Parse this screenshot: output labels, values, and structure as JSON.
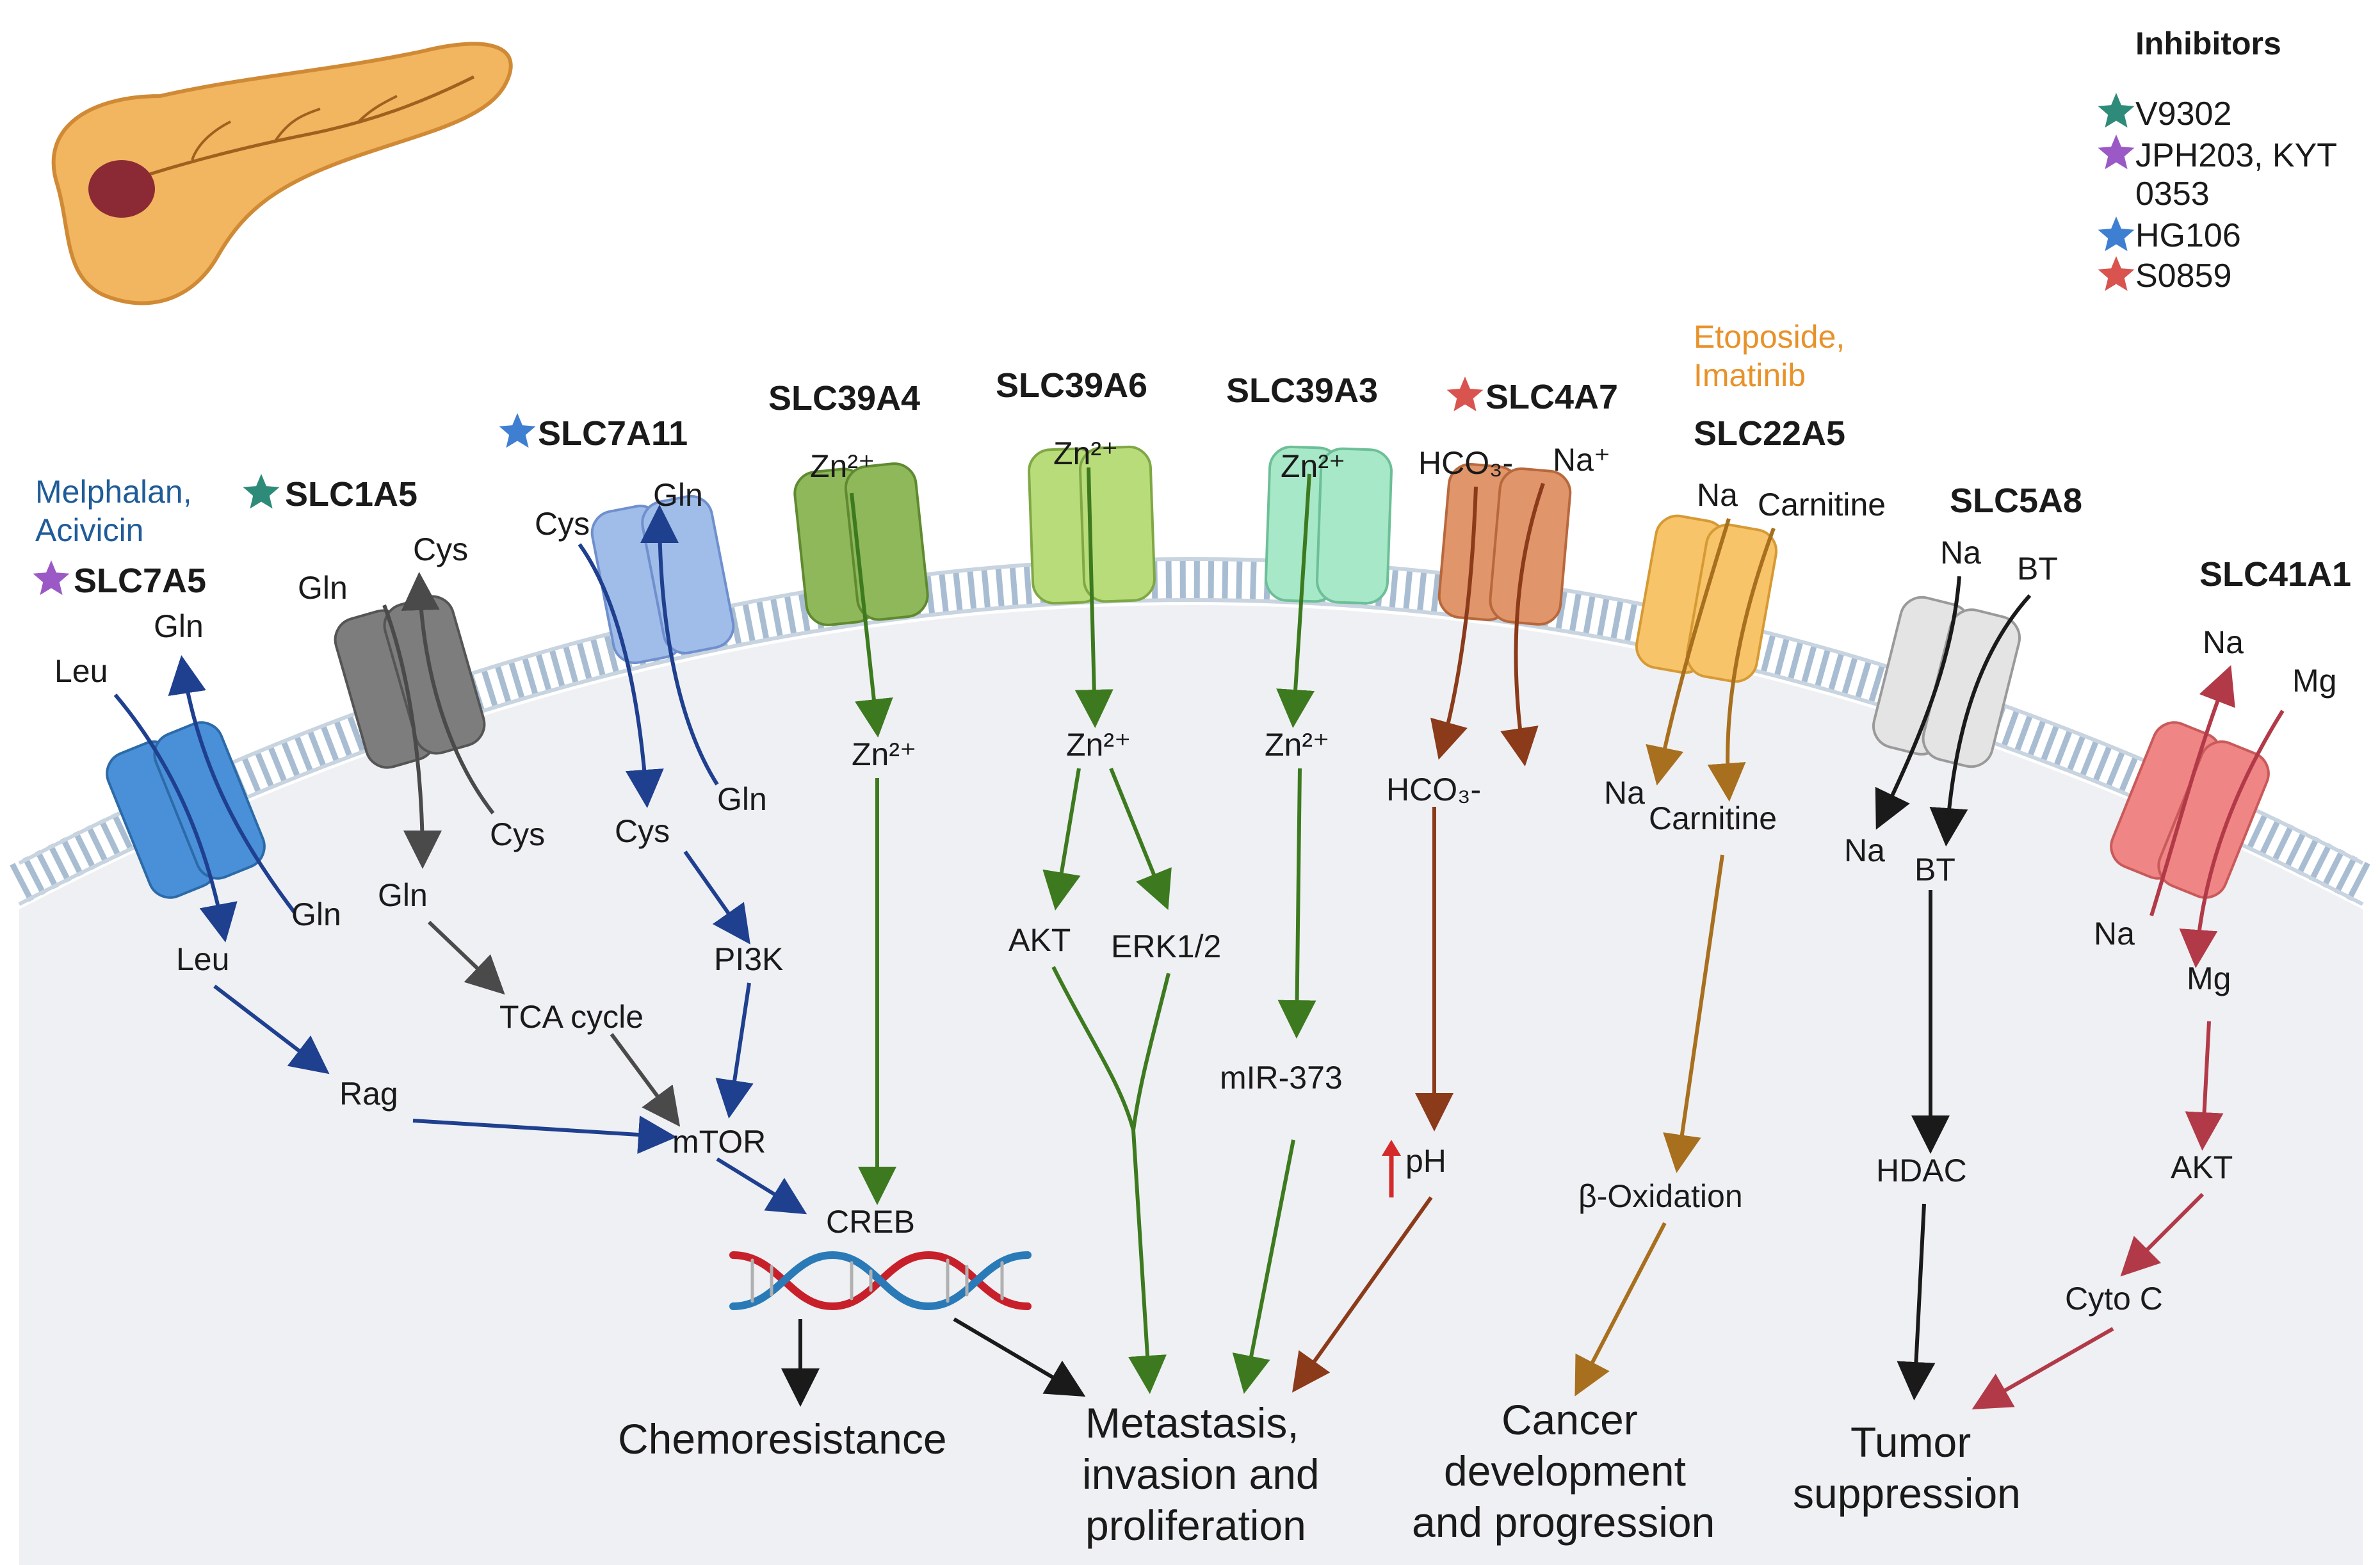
{
  "legend": {
    "title": "Inhibitors",
    "items": [
      {
        "label": "V9302",
        "color": "#2e8b7a"
      },
      {
        "label": "JPH203, KYT",
        "color": "#9b59c6"
      },
      {
        "label": "0353",
        "color": ""
      },
      {
        "label": "HG106",
        "color": "#3f7fd1"
      },
      {
        "label": "S0859",
        "color": "#d9534f"
      }
    ]
  },
  "drugs": {
    "melphalan": [
      "Melphalan,",
      "Acivicin"
    ],
    "etoposide": [
      "Etoposide,",
      "Imatinib"
    ]
  },
  "transporters": [
    {
      "name": "SLC7A5",
      "color": "#4a90d9",
      "inhibitor": "JPH203, KYT 0353"
    },
    {
      "name": "SLC1A5",
      "color": "#7d7d7d",
      "inhibitor": "V9302"
    },
    {
      "name": "SLC7A11",
      "color": "#9fbde8",
      "inhibitor": "HG106"
    },
    {
      "name": "SLC39A4",
      "color": "#8fb85a",
      "inhibitor": ""
    },
    {
      "name": "SLC39A6",
      "color": "#b8dc7a",
      "inhibitor": ""
    },
    {
      "name": "SLC39A3",
      "color": "#a7e8c8",
      "inhibitor": ""
    },
    {
      "name": "SLC4A7",
      "color": "#e0956a",
      "inhibitor": "S0859"
    },
    {
      "name": "SLC22A5",
      "color": "#f7c46a",
      "inhibitor": ""
    },
    {
      "name": "SLC5A8",
      "color": "#e4e4e4",
      "inhibitor": ""
    },
    {
      "name": "SLC41A1",
      "color": "#f08585",
      "inhibitor": ""
    }
  ],
  "labels": {
    "slc7a5": {
      "gln_out": "Gln",
      "leu_in": "Leu",
      "gln_in": "Gln",
      "leu": "Leu"
    },
    "slc1a5": {
      "gln_in": "Gln",
      "cys_out": "Cys",
      "cys": "Cys",
      "gln": "Gln"
    },
    "slc7a11": {
      "cys_in": "Cys",
      "gln_out": "Gln",
      "cys": "Cys",
      "gln": "Gln"
    },
    "zinc": {
      "zn_out": "Zn²⁺",
      "zn_in": "Zn²⁺"
    },
    "slc4a7": {
      "hco3_out": "HCO₃-",
      "na_out": "Na⁺",
      "hco3_in": "HCO₃-"
    },
    "slc22a5": {
      "na_out": "Na",
      "carn_out": "Carnitine",
      "na_in": "Na",
      "carn_in": "Carnitine"
    },
    "slc5a8": {
      "na_out": "Na",
      "bt_out": "BT",
      "na_in": "Na",
      "bt_in": "BT"
    },
    "slc41a1": {
      "na_out": "Na",
      "mg_out": "Mg",
      "na_in": "Na",
      "mg_in": "Mg"
    }
  },
  "pathway": {
    "pi3k": "PI3K",
    "tca": "TCA cycle",
    "rag": "Rag",
    "mtor": "mTOR",
    "creb": "CREB",
    "akt": "AKT",
    "erk": "ERK1/2",
    "mir": "mIR-373",
    "ph": "pH",
    "boxidation": "β-Oxidation",
    "hdac": "HDAC",
    "akt2": "AKT",
    "cytoc": "Cyto C"
  },
  "outcomes": {
    "chemo": "Chemoresistance",
    "metastasis": [
      "Metastasis,",
      "invasion and",
      "proliferation"
    ],
    "cancer": [
      "Cancer",
      "development",
      "and progression"
    ],
    "tumor": [
      "Tumor",
      "suppression"
    ]
  }
}
